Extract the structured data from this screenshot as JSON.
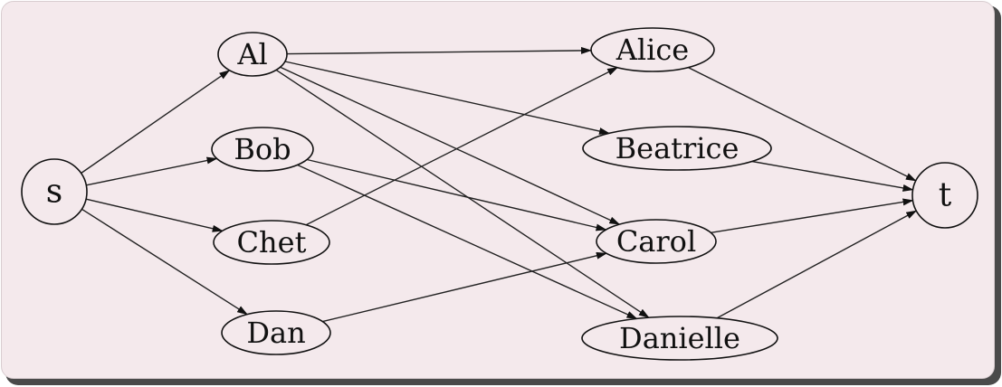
{
  "diagram": {
    "nodes": [
      {
        "id": "s",
        "label": "s"
      },
      {
        "id": "al",
        "label": "Al"
      },
      {
        "id": "bob",
        "label": "Bob"
      },
      {
        "id": "chet",
        "label": "Chet"
      },
      {
        "id": "dan",
        "label": "Dan"
      },
      {
        "id": "alice",
        "label": "Alice"
      },
      {
        "id": "beatrice",
        "label": "Beatrice"
      },
      {
        "id": "carol",
        "label": "Carol"
      },
      {
        "id": "danielle",
        "label": "Danielle"
      },
      {
        "id": "t",
        "label": "t"
      }
    ],
    "edges": [
      {
        "from": "s",
        "to": "al"
      },
      {
        "from": "s",
        "to": "bob"
      },
      {
        "from": "s",
        "to": "chet"
      },
      {
        "from": "s",
        "to": "dan"
      },
      {
        "from": "al",
        "to": "alice"
      },
      {
        "from": "al",
        "to": "beatrice"
      },
      {
        "from": "al",
        "to": "carol"
      },
      {
        "from": "al",
        "to": "danielle"
      },
      {
        "from": "bob",
        "to": "carol"
      },
      {
        "from": "bob",
        "to": "danielle"
      },
      {
        "from": "chet",
        "to": "alice"
      },
      {
        "from": "dan",
        "to": "carol"
      },
      {
        "from": "alice",
        "to": "t"
      },
      {
        "from": "beatrice",
        "to": "t"
      },
      {
        "from": "carol",
        "to": "t"
      },
      {
        "from": "danielle",
        "to": "t"
      }
    ]
  }
}
